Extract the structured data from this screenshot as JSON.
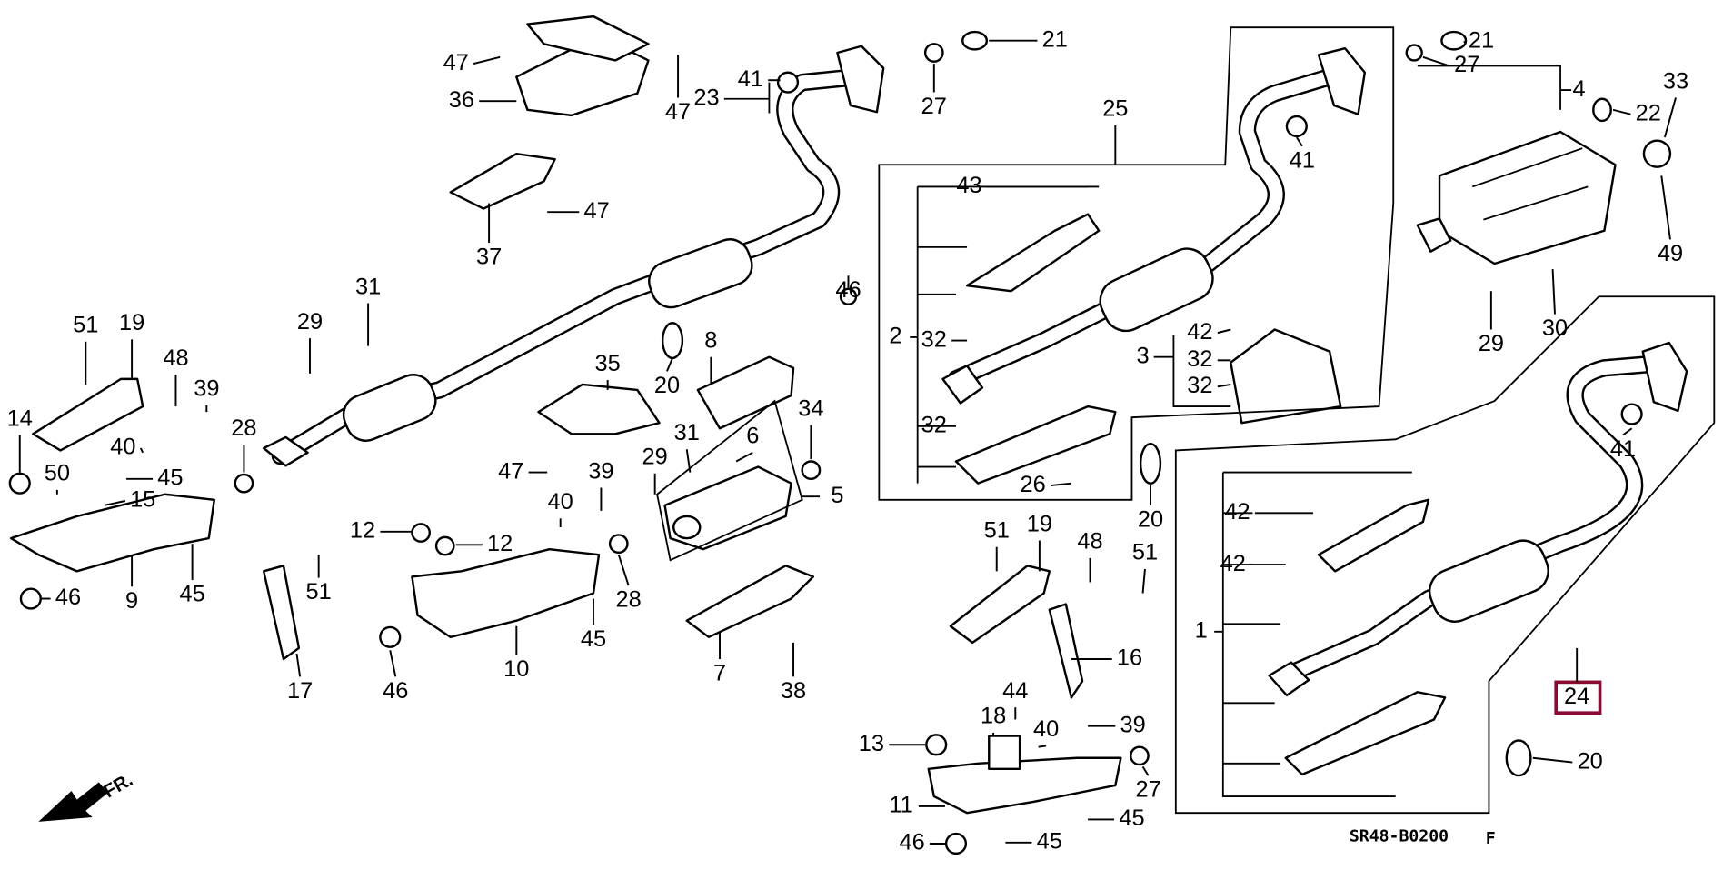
{
  "diagram": {
    "highlight_color": "#8b0a32",
    "drawing_code": "SR48-B0200",
    "drawing_rev": "F",
    "front_indicator": "FR.",
    "callouts": [
      {
        "id": "c1",
        "label": "47"
      },
      {
        "id": "c2",
        "label": "36"
      },
      {
        "id": "c3",
        "label": "41"
      },
      {
        "id": "c4",
        "label": "47"
      },
      {
        "id": "c5",
        "label": "23"
      },
      {
        "id": "c6",
        "label": "27"
      },
      {
        "id": "c7",
        "label": "21"
      },
      {
        "id": "c8",
        "label": "47"
      },
      {
        "id": "c9",
        "label": "37"
      },
      {
        "id": "c10",
        "label": "25"
      },
      {
        "id": "c11",
        "label": "43"
      },
      {
        "id": "c12",
        "label": "21"
      },
      {
        "id": "c13",
        "label": "27"
      },
      {
        "id": "c14",
        "label": "4"
      },
      {
        "id": "c15",
        "label": "22"
      },
      {
        "id": "c16",
        "label": "33"
      },
      {
        "id": "c17",
        "label": "41"
      },
      {
        "id": "c18",
        "label": "49"
      },
      {
        "id": "c19",
        "label": "29"
      },
      {
        "id": "c20",
        "label": "30"
      },
      {
        "id": "c21",
        "label": "46"
      },
      {
        "id": "c22",
        "label": "2"
      },
      {
        "id": "c23",
        "label": "32"
      },
      {
        "id": "c24",
        "label": "42"
      },
      {
        "id": "c25",
        "label": "3"
      },
      {
        "id": "c26",
        "label": "32"
      },
      {
        "id": "c27",
        "label": "32"
      },
      {
        "id": "c28",
        "label": "32"
      },
      {
        "id": "c29",
        "label": "26"
      },
      {
        "id": "c30",
        "label": "20"
      },
      {
        "id": "c31",
        "label": "31"
      },
      {
        "id": "c32",
        "label": "29"
      },
      {
        "id": "c33",
        "label": "51"
      },
      {
        "id": "c34",
        "label": "19"
      },
      {
        "id": "c35",
        "label": "48"
      },
      {
        "id": "c36",
        "label": "39"
      },
      {
        "id": "c37",
        "label": "14"
      },
      {
        "id": "c38",
        "label": "28"
      },
      {
        "id": "c39",
        "label": "40"
      },
      {
        "id": "c40",
        "label": "45"
      },
      {
        "id": "c41",
        "label": "50"
      },
      {
        "id": "c42",
        "label": "15"
      },
      {
        "id": "c43",
        "label": "46"
      },
      {
        "id": "c44",
        "label": "9"
      },
      {
        "id": "c45",
        "label": "45"
      },
      {
        "id": "c46",
        "label": "35"
      },
      {
        "id": "c47",
        "label": "8"
      },
      {
        "id": "c48",
        "label": "20"
      },
      {
        "id": "c49",
        "label": "29"
      },
      {
        "id": "c50",
        "label": "31"
      },
      {
        "id": "c51",
        "label": "6"
      },
      {
        "id": "c52",
        "label": "34"
      },
      {
        "id": "c53",
        "label": "5"
      },
      {
        "id": "c54",
        "label": "47"
      },
      {
        "id": "c55",
        "label": "39"
      },
      {
        "id": "c56",
        "label": "40"
      },
      {
        "id": "c57",
        "label": "12"
      },
      {
        "id": "c58",
        "label": "12"
      },
      {
        "id": "c59",
        "label": "28"
      },
      {
        "id": "c60",
        "label": "45"
      },
      {
        "id": "c61",
        "label": "10"
      },
      {
        "id": "c62",
        "label": "46"
      },
      {
        "id": "c63",
        "label": "51"
      },
      {
        "id": "c64",
        "label": "17"
      },
      {
        "id": "c65",
        "label": "7"
      },
      {
        "id": "c66",
        "label": "38"
      },
      {
        "id": "c67",
        "label": "51"
      },
      {
        "id": "c68",
        "label": "19"
      },
      {
        "id": "c69",
        "label": "48"
      },
      {
        "id": "c70",
        "label": "51"
      },
      {
        "id": "c71",
        "label": "16"
      },
      {
        "id": "c72",
        "label": "44"
      },
      {
        "id": "c73",
        "label": "18"
      },
      {
        "id": "c74",
        "label": "40"
      },
      {
        "id": "c75",
        "label": "39"
      },
      {
        "id": "c76",
        "label": "13"
      },
      {
        "id": "c77",
        "label": "27"
      },
      {
        "id": "c78",
        "label": "11"
      },
      {
        "id": "c79",
        "label": "45"
      },
      {
        "id": "c80",
        "label": "46"
      },
      {
        "id": "c81",
        "label": "45"
      },
      {
        "id": "c82",
        "label": "42"
      },
      {
        "id": "c83",
        "label": "42"
      },
      {
        "id": "c84",
        "label": "1"
      },
      {
        "id": "c85",
        "label": "41"
      },
      {
        "id": "c86",
        "label": "24",
        "highlighted": true
      },
      {
        "id": "c87",
        "label": "20"
      }
    ]
  }
}
